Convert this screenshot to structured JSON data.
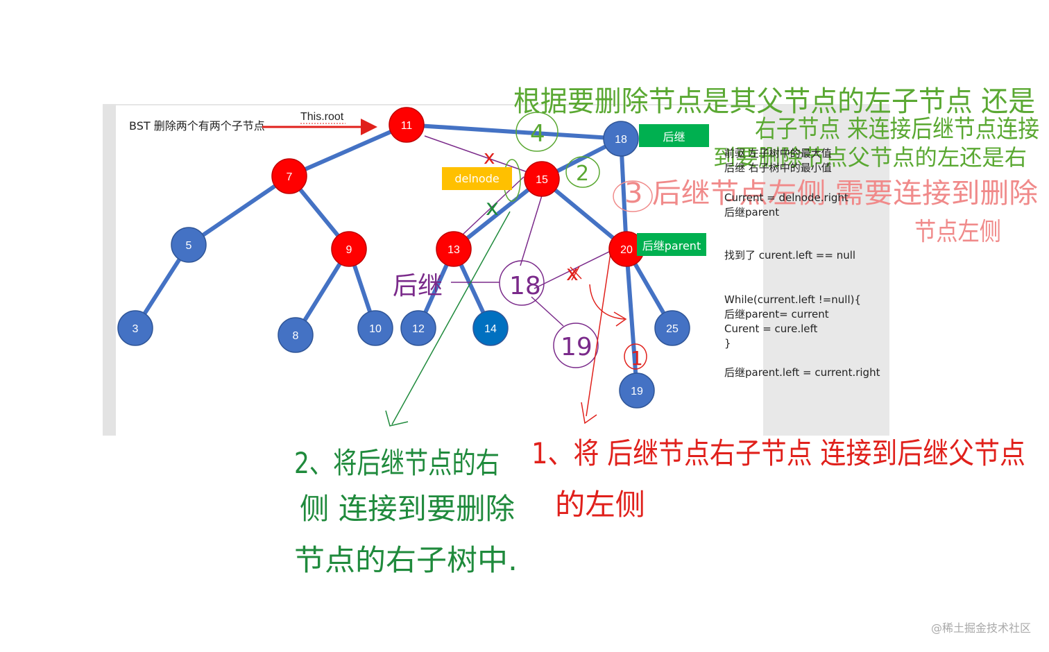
{
  "slide": {
    "title": "BST  删除两个有两个子节点",
    "root_label": "This.root"
  },
  "tags": {
    "successor": "后继",
    "successor_parent": "后继parent",
    "delnode": "delnode"
  },
  "tree": {
    "nodes": [
      {
        "id": "n11",
        "label": "11",
        "color": "red"
      },
      {
        "id": "n7",
        "label": "7",
        "color": "red"
      },
      {
        "id": "n18",
        "label": "18",
        "color": "blue"
      },
      {
        "id": "n5",
        "label": "5",
        "color": "blue"
      },
      {
        "id": "n9",
        "label": "9",
        "color": "red"
      },
      {
        "id": "n15",
        "label": "15",
        "color": "red"
      },
      {
        "id": "n3",
        "label": "3",
        "color": "blue"
      },
      {
        "id": "n8",
        "label": "8",
        "color": "blue"
      },
      {
        "id": "n10",
        "label": "10",
        "color": "blue"
      },
      {
        "id": "n13",
        "label": "13",
        "color": "red"
      },
      {
        "id": "n12",
        "label": "12",
        "color": "blue"
      },
      {
        "id": "n14",
        "label": "14",
        "color": "darkblue"
      },
      {
        "id": "n20",
        "label": "20",
        "color": "red"
      },
      {
        "id": "n25",
        "label": "25",
        "color": "blue"
      },
      {
        "id": "n19",
        "label": "19",
        "color": "blue"
      }
    ],
    "edges": [
      [
        "n11",
        "n7"
      ],
      [
        "n11",
        "n18"
      ],
      [
        "n7",
        "n5"
      ],
      [
        "n7",
        "n9"
      ],
      [
        "n5",
        "n3"
      ],
      [
        "n9",
        "n8"
      ],
      [
        "n9",
        "n10"
      ],
      [
        "n18",
        "n15"
      ],
      [
        "n18",
        "n20"
      ],
      [
        "n15",
        "n13"
      ],
      [
        "n15",
        "n20"
      ],
      [
        "n13",
        "n12"
      ],
      [
        "n13",
        "n14"
      ],
      [
        "n20",
        "n19"
      ],
      [
        "n20",
        "n25"
      ]
    ]
  },
  "notes": {
    "line1": "前驱 左子树中的最大值",
    "line2": "后继 右子树中的最小值",
    "line3": "Current = delnode.right",
    "line4": "后继parent",
    "line5": "找到了    curent.left == null",
    "line6": "While(current.left !=null){",
    "line7": "后继parent= current",
    "line8": "Curent = cure.left",
    "line9": "}",
    "line10": "后继parent.left = current.right"
  },
  "handwriting": {
    "green_top_1": "根据要删除节点是其父节点的左子节点 还是",
    "green_top_2": "右子节点 来连接后继节点连接",
    "green_top_3": "到要删除节点父节点的左还是右",
    "green_circle_4": "4",
    "green_circle_2": "2",
    "pink_3": "3  后继节点左侧 需要连接到删除",
    "pink_3b": "节点左侧",
    "purple_succ": "后继",
    "purple_18": "18",
    "purple_19": "19",
    "red_circle_1": "1",
    "green_bottom_1": "2、将后继节点的右",
    "green_bottom_2": "侧 连接到要删除",
    "green_bottom_3": "节点的右子树中.",
    "red_bottom_1": "1、将 后继节点右子节点 连接到后继父节点",
    "red_bottom_2": "的左侧",
    "x_marks": [
      "x",
      "x",
      "x"
    ]
  },
  "colors": {
    "node_red": "#ff0000",
    "node_blue": "#4472c4",
    "node_darkblue": "#0070c0",
    "edge_blue": "#4472c4",
    "hand_green": "#5aa832",
    "hand_darkgreen": "#1f8a3c",
    "hand_red": "#e0201b",
    "hand_pink": "#f08a8a",
    "hand_purple": "#7a2a8a"
  },
  "watermark": "@稀土掘金技术社区"
}
